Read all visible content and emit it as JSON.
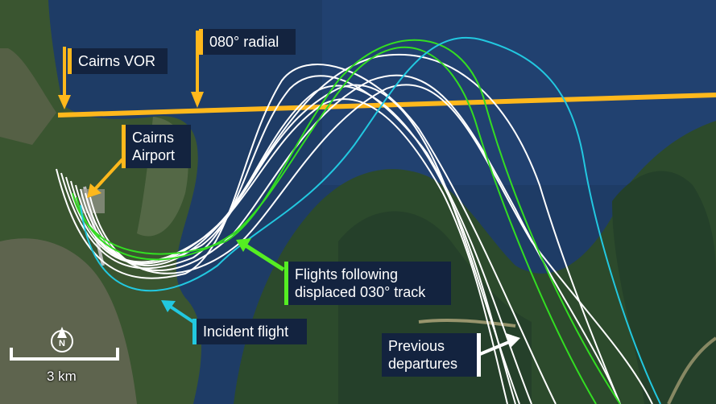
{
  "labels": {
    "vor": "Cairns VOR",
    "radial": "080° radial",
    "airport_line1": "Cairns",
    "airport_line2": "Airport",
    "displaced_line1": "Flights following",
    "displaced_line2": "displaced 030° track",
    "incident": "Incident flight",
    "previous_line1": "Previous",
    "previous_line2": "departures"
  },
  "scale_bar": {
    "label": "3 km"
  },
  "north_arrow": {
    "letter": "N"
  },
  "colors": {
    "radial": "#ffb81c",
    "previous_departures": "#ffffff",
    "displaced_track": "#33dd22",
    "incident_flight": "#22c8e0",
    "sea": "#1e3c66",
    "land": "#2f4a2a",
    "label_bg": "#13233f"
  }
}
